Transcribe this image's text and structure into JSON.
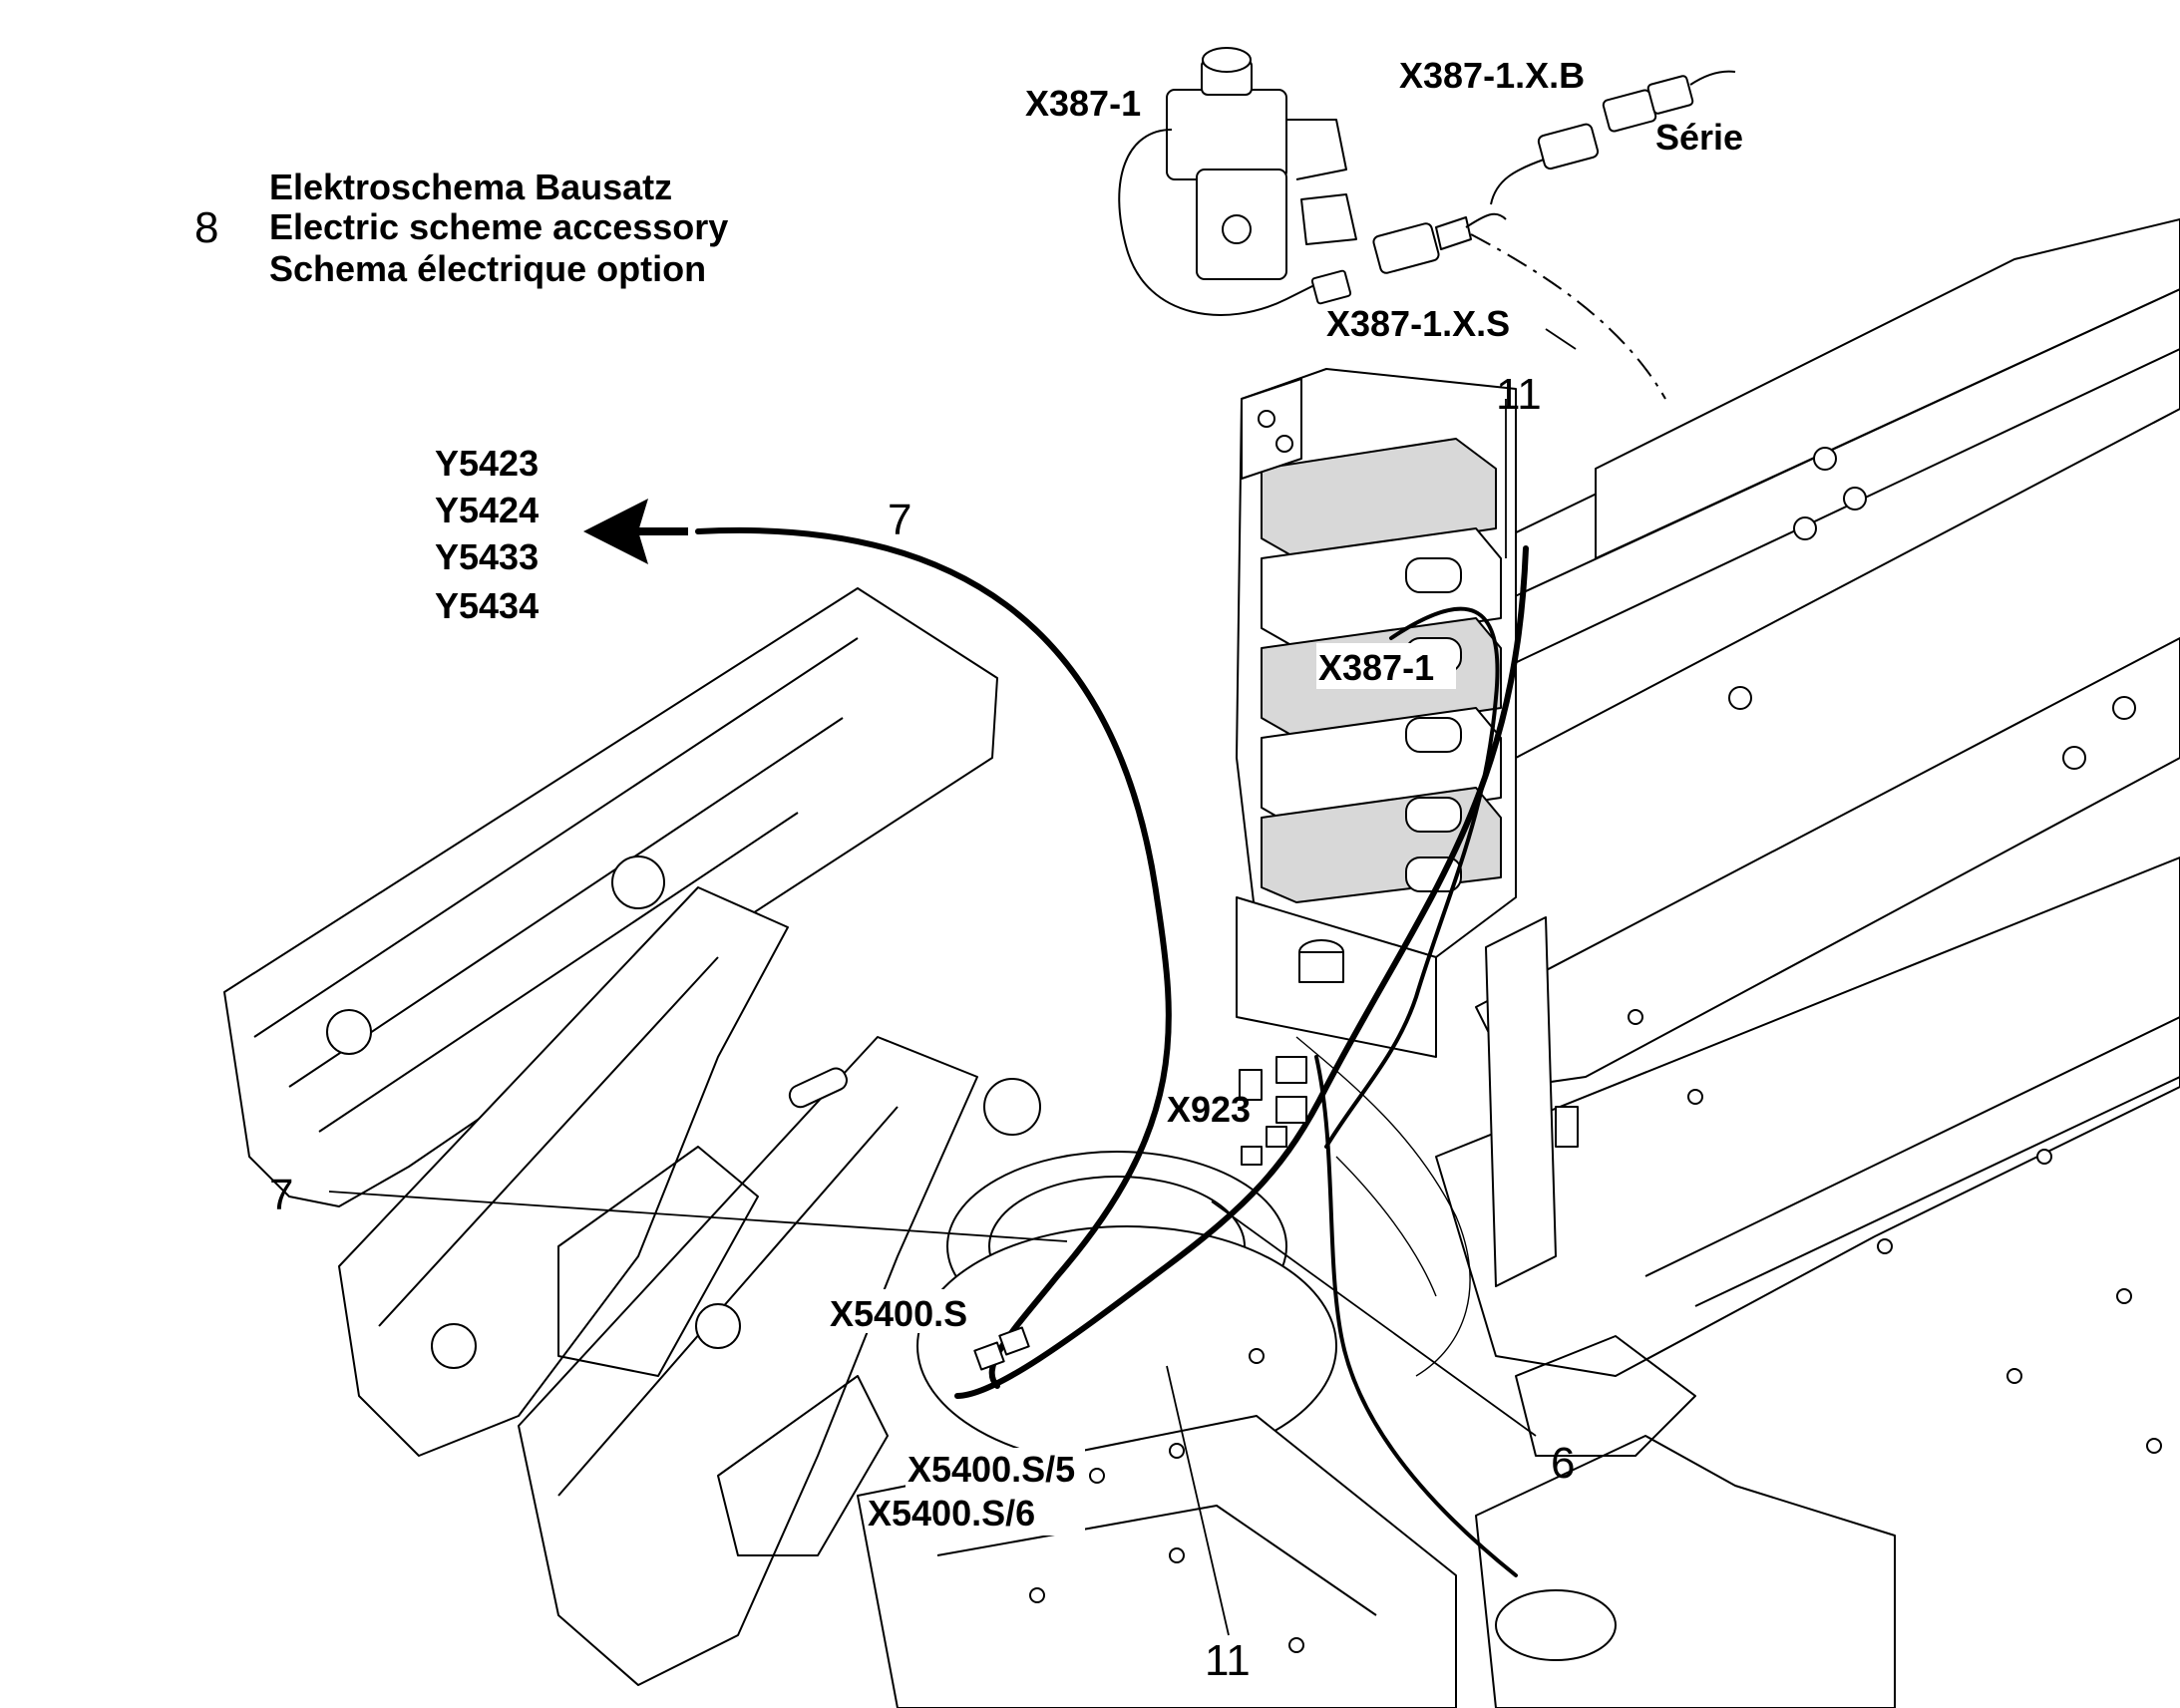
{
  "legend": {
    "number": "8",
    "line_de": "Elektroschema Bausatz",
    "line_en": "Electric scheme accessory",
    "line_fr": "Schema électrique option"
  },
  "connectors": {
    "x387_1_top": "X387-1",
    "x387_1_xb": "X387-1.X.B",
    "serie": "Série",
    "x387_1_xs": "X387-1.X.S",
    "x387_1_valve": "X387-1",
    "x923": "X923",
    "x5400_s": "X5400.S",
    "x5400_s5": "X5400.S/5",
    "x5400_s6": "X5400.S/6"
  },
  "valves": {
    "y1": "Y5423",
    "y2": "Y5424",
    "y3": "Y5433",
    "y4": "Y5434"
  },
  "callouts": {
    "c11_top": "11",
    "c7_top": "7",
    "c7_left": "7",
    "c6": "6",
    "c11_bottom": "11"
  },
  "icons": [
    "arrow-left-icon",
    "solenoid-valve-icon",
    "connector-plug-icon",
    "valve-block-icon"
  ]
}
